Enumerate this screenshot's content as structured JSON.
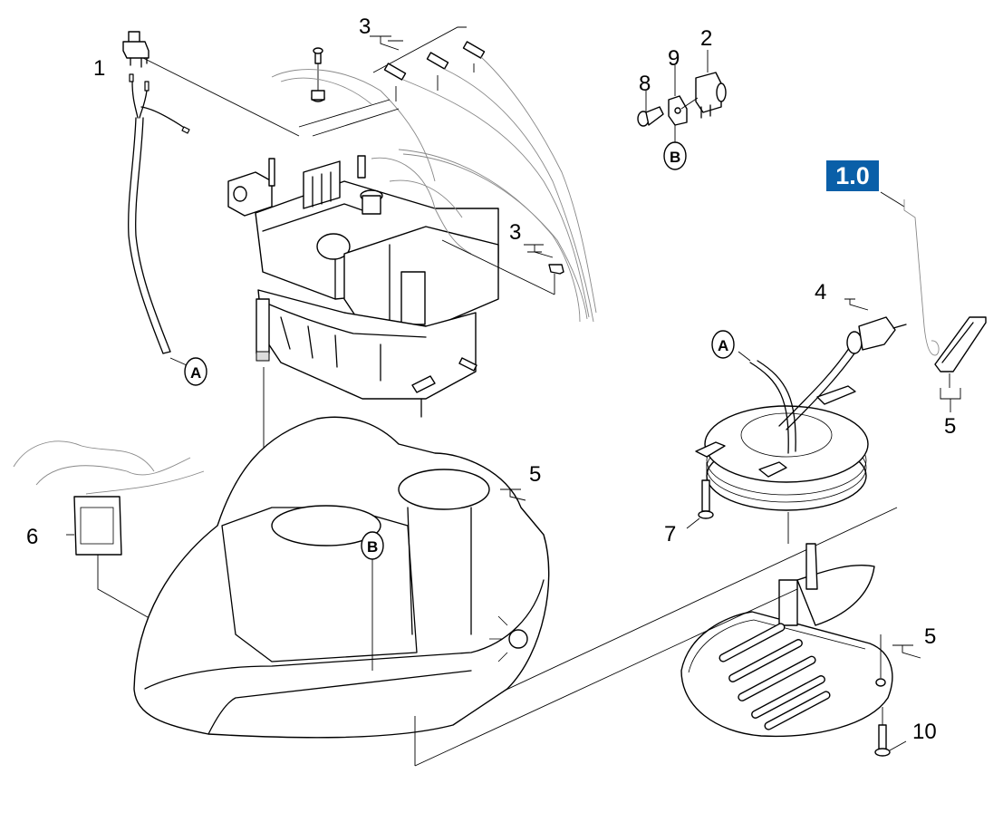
{
  "diagram": {
    "type": "exploded-parts-view",
    "section_badge": {
      "label": "1.0",
      "color": "#0a5fa8"
    },
    "callouts": [
      {
        "id": "c1",
        "label": "1",
        "part": "push-button-switch"
      },
      {
        "id": "c2",
        "label": "2",
        "part": "lamp-socket"
      },
      {
        "id": "c3a",
        "label": "3",
        "part": "wire-connectors"
      },
      {
        "id": "c3b",
        "label": "3",
        "part": "cable-clip"
      },
      {
        "id": "c4",
        "label": "4",
        "part": "power-plug-cable"
      },
      {
        "id": "c5a",
        "label": "5",
        "part": "housing-screw-set"
      },
      {
        "id": "c5b",
        "label": "5",
        "part": "holder-clip"
      },
      {
        "id": "c5c",
        "label": "5",
        "part": "base-plate-screw-set"
      },
      {
        "id": "c6",
        "label": "6",
        "part": "rocker-switch"
      },
      {
        "id": "c7",
        "label": "7",
        "part": "reel-screw"
      },
      {
        "id": "c8",
        "label": "8",
        "part": "countersunk-screw"
      },
      {
        "id": "c9",
        "label": "9",
        "part": "mounting-clip"
      },
      {
        "id": "c10",
        "label": "10",
        "part": "base-screw"
      }
    ],
    "references": [
      {
        "id": "refA1",
        "label": "A"
      },
      {
        "id": "refA2",
        "label": "A"
      },
      {
        "id": "refB1",
        "label": "B"
      },
      {
        "id": "refB2",
        "label": "B"
      }
    ]
  }
}
